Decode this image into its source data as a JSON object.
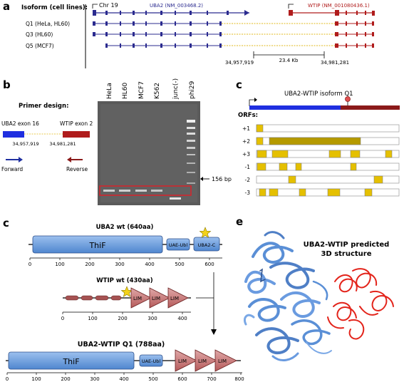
{
  "panels": {
    "a": {
      "letter": "a",
      "isoform_heading": "Isoform (cell lines):",
      "chr": "Chr 19",
      "gene_uba2": "UBA2 (NM_003468.2)",
      "gene_wtip": "WTIP (NM_001080436.1)",
      "isoforms": [
        "Q1 (HeLa, HL60)",
        "Q3 (HL60)",
        "Q5 (MCF7)"
      ],
      "coord_left": "34,957,919",
      "coord_right": "34,981,281",
      "distance": "23.4 Kb",
      "colors": {
        "uba2": "#2b2b8f",
        "wtip": "#b01c1c",
        "junction": "#e8c84a"
      }
    },
    "b": {
      "letter": "b",
      "primer_title": "Primer design:",
      "exon_left": "UBA2 exon 16",
      "exon_right": "WTIP exon 2",
      "coord_left": "34,957,919",
      "coord_right": "34,981,281",
      "forward": "Forward",
      "reverse": "Reverse",
      "lanes": [
        "HeLa",
        "HL60",
        "MCF7",
        "K562",
        "junc(-)",
        "phi29"
      ],
      "band_label": "156 bp"
    },
    "c1": {
      "letter": "c",
      "title": "UBA2-WTIP isoform Q1",
      "orfs_label": "ORFs:",
      "frames": [
        "+1",
        "+2",
        "+3",
        "-1",
        "-2",
        "-3"
      ],
      "colors": {
        "uba2": "#1f2fe0",
        "wtip": "#8b1a1a",
        "orf": "#e5c000"
      }
    },
    "c2": {
      "letter": "c",
      "uba2_title": "UBA2 wt (640aa)",
      "wtip_title": "WTIP wt (430aa)",
      "fusion_title": "UBA2-WTIP Q1 (788aa)",
      "domain_thif": "ThiF",
      "domain_uae": "UAE-Ubl",
      "domain_uba2c": "UBA2-C",
      "domain_lim": "LIM",
      "axis_uba2": [
        "0",
        "100",
        "200",
        "300",
        "400",
        "500",
        "600"
      ],
      "axis_wtip": [
        "0",
        "100",
        "200",
        "300",
        "400"
      ],
      "axis_fusion": [
        "0",
        "100",
        "200",
        "300",
        "400",
        "500",
        "600",
        "700",
        "800"
      ]
    },
    "e": {
      "letter": "e",
      "title_line1": "UBA2-WTIP predicted",
      "title_line2": "3D structure"
    }
  }
}
